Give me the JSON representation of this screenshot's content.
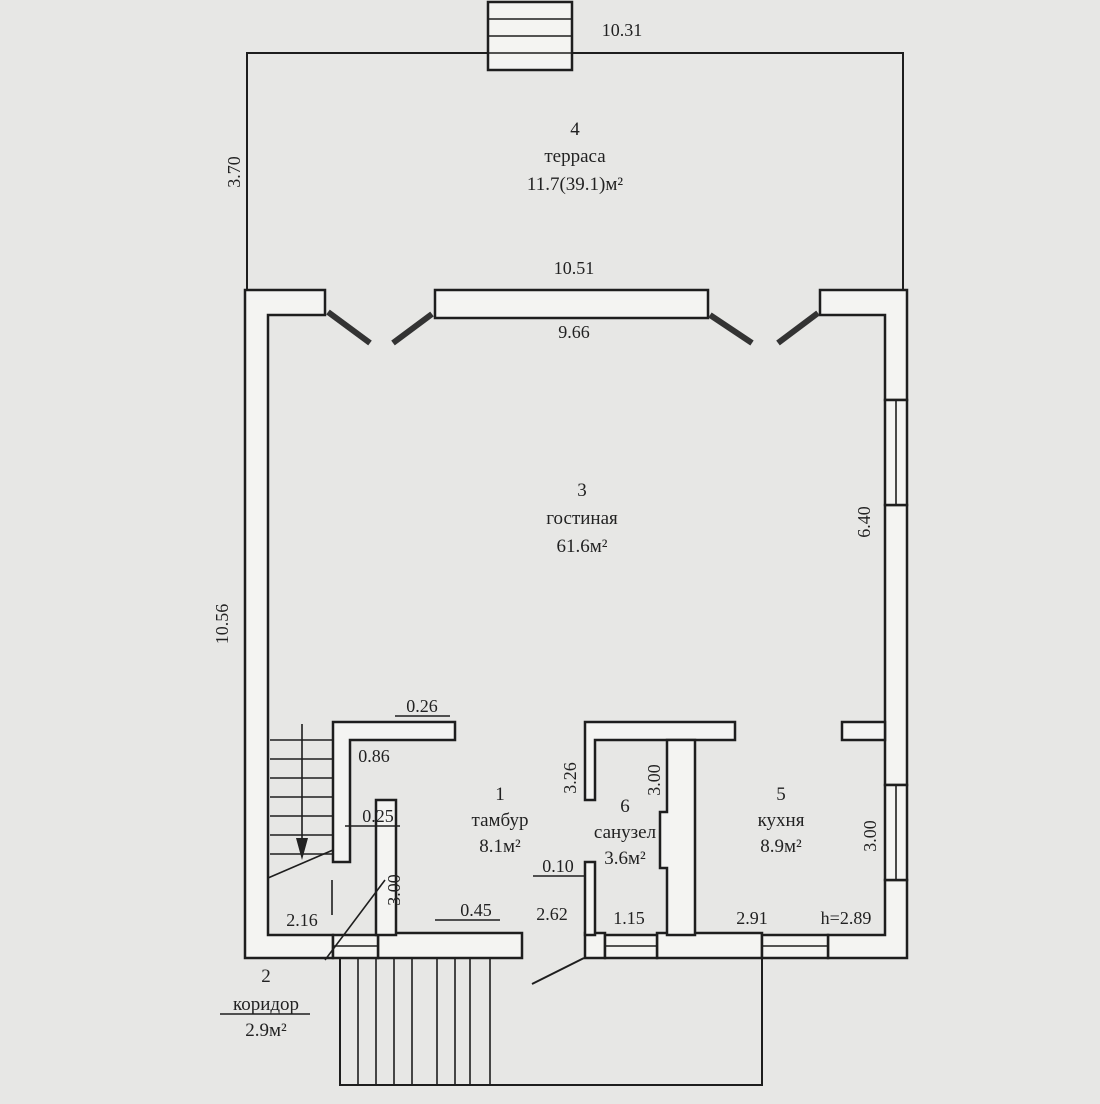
{
  "rooms": [
    {
      "number": "1",
      "name": "тамбур",
      "area": "8.1м²"
    },
    {
      "number": "2",
      "name": "коридор",
      "area": "2.9м²"
    },
    {
      "number": "3",
      "name": "гостиная",
      "area": "61.6м²"
    },
    {
      "number": "4",
      "name": "терраса",
      "area": "11.7(39.1)м²"
    },
    {
      "number": "5",
      "name": "кухня",
      "area": "8.9м²"
    },
    {
      "number": "6",
      "name": "санузел",
      "area": "3.6м²"
    }
  ],
  "dimensions": {
    "terrace_width": "10.31",
    "terrace_depth": "3.70",
    "outer_width": "10.51",
    "inner_width": "9.66",
    "left_length": "10.56",
    "right_length": "6.40",
    "partition_026": "0.26",
    "partition_086": "0.86",
    "partition_025": "0.25",
    "corridor_height": "3.00",
    "corridor_width": "2.16",
    "wall_045": "0.45",
    "vestibule_width": "2.62",
    "bath_height_left": "3.26",
    "bath_height_right": "3.00",
    "wall_010": "0.10",
    "bath_width": "1.15",
    "kitchen_width": "2.91",
    "kitchen_height": "3.00",
    "ceiling_height": "h=2.89"
  }
}
